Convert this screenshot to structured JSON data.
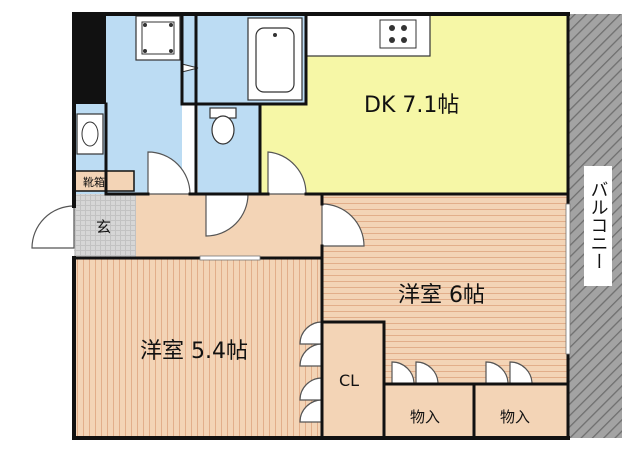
{
  "rooms": {
    "dk": "DK 7.1帖",
    "western_room_large": "洋室 6帖",
    "western_room_small": "洋室 5.4帖",
    "closet": "CL",
    "storage_left": "物入",
    "storage_right": "物入",
    "entrance": "玄",
    "shoe_cabinet": "靴箱",
    "balcony": "バルコニー"
  },
  "colors": {
    "dk_floor": "#f6f7a6",
    "wet_area": "#bcdcf3",
    "wood_floor": "#f3d4b6",
    "wood_stripe": "#dfa984",
    "balcony": "#9a9a9a",
    "entrance": "#d2d2d2",
    "wall": "#111111"
  }
}
